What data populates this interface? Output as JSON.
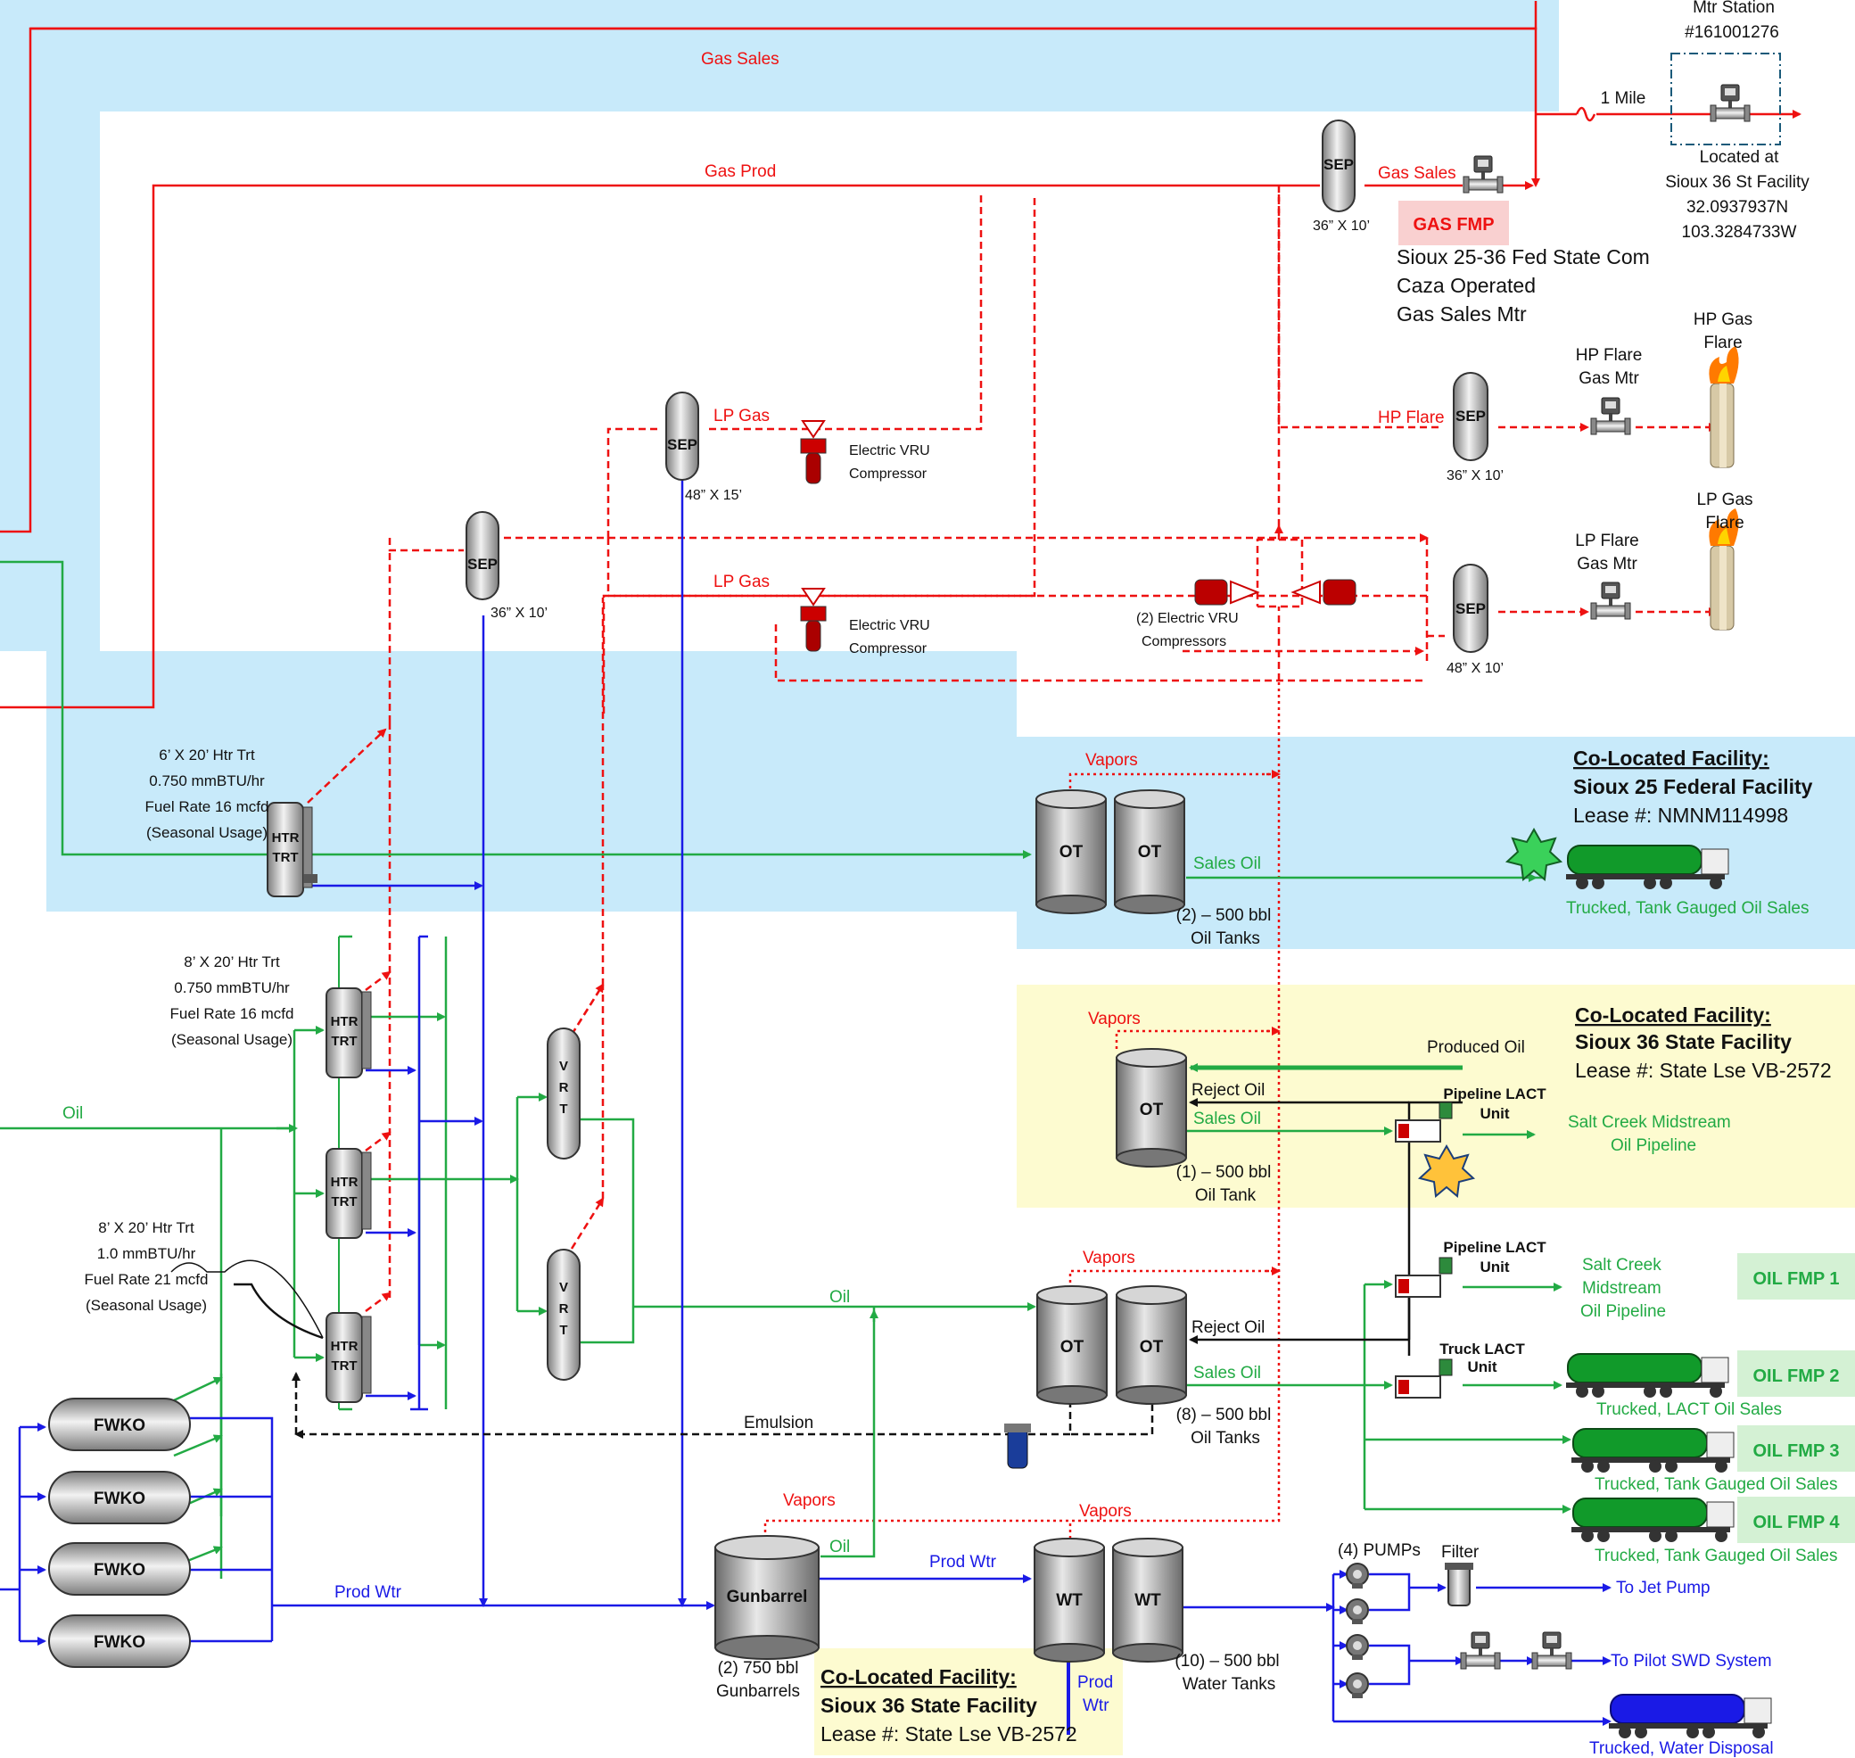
{
  "colors": {
    "gas": "#ee1111",
    "oil": "#22aa44",
    "water": "#1a1ae6",
    "emulsion": "#111111",
    "band_blue": "#c8eafa",
    "band_yellow": "#fdfbd0",
    "fmp_oil": "#d4f1d4",
    "fmp_gas": "#f9d0d0"
  },
  "meter_station": {
    "title": "Mtr Station",
    "number": "#161001276",
    "distance": "1 Mile",
    "loc1": "Located at",
    "loc2": "Sioux 36 St Facility",
    "loc3": "32.0937937N",
    "loc4": "103.3284733W"
  },
  "gas": {
    "sales_top": "Gas Sales",
    "prod": "Gas Prod",
    "sales_sep": "Gas Sales",
    "fmp": "GAS FMP",
    "meter1": "Sioux 25-36 Fed State Com",
    "meter2": "Caza Operated",
    "meter3": "Gas Sales Mtr",
    "lp_gas_1": "LP Gas",
    "lp_gas_2": "LP Gas",
    "hp_flare_line": "HP Flare",
    "hp_flare_mtr1": "HP Flare",
    "hp_flare_mtr2": "Gas Mtr",
    "hp_flare1": "HP Gas",
    "hp_flare2": "Flare",
    "lp_flare_mtr1": "LP Flare",
    "lp_flare_mtr2": "Gas Mtr",
    "lp_flare1": "LP Gas",
    "lp_flare2": "Flare"
  },
  "vessels": {
    "sep": "SEP",
    "sep_top_size": "36” X 10’",
    "sep_lp_size": "48” X 15’",
    "sep_mid_size": "36” X 10’",
    "sep_hp_size": "36” X 10’",
    "sep_lpf_size": "48” X 10’",
    "htr1": "HTR",
    "htr2": "TRT",
    "vrt": [
      "V",
      "R",
      "T"
    ],
    "fwko": "FWKO",
    "ot": "OT",
    "wt": "WT",
    "gunbarrel": "Gunbarrel"
  },
  "vru": {
    "single1": "Electric VRU",
    "single2": "Compressor",
    "double1": "(2) Electric VRU",
    "double2": "Compressors"
  },
  "heater_treaters": {
    "a": [
      "6’ X 20’ Htr Trt",
      "0.750 mmBTU/hr",
      "Fuel Rate  16 mcfd",
      "(Seasonal Usage)"
    ],
    "b": [
      "8’ X 20’ Htr Trt",
      "0.750 mmBTU/hr",
      "Fuel Rate  16 mcfd",
      "(Seasonal Usage)"
    ],
    "c": [
      "8’ X 20’ Htr Trt",
      "1.0 mmBTU/hr",
      "Fuel Rate  21 mcfd",
      "(Seasonal Usage)"
    ]
  },
  "lines": {
    "vapors": "Vapors",
    "oil": "Oil",
    "sales_oil": "Sales Oil",
    "reject_oil": "Reject Oil",
    "produced_oil": "Produced Oil",
    "emulsion": "Emulsion",
    "prod_wtr": "Prod Wtr",
    "prod_wtr_in1": "Prod",
    "prod_wtr_in2": "Wtr"
  },
  "tanks": {
    "fed_tanks1": "(2) – 500 bbl",
    "fed_tanks2": "Oil Tanks",
    "state_tank1": "(1) – 500 bbl",
    "state_tank2": "Oil Tank",
    "oil_tanks1": "(8) – 500 bbl",
    "oil_tanks2": "Oil Tanks",
    "gun1": "(2) 750 bbl",
    "gun2": "Gunbarrels",
    "water1": "(10) – 500 bbl",
    "water2": "Water Tanks"
  },
  "facilities": {
    "fed": {
      "title": "Co-Located Facility:",
      "name": "Sioux 25 Federal Facility",
      "lease": "Lease #:  NMNM114998"
    },
    "state": {
      "title": "Co-Located Facility:",
      "name": "Sioux 36 State Facility",
      "lease": "Lease #:  State Lse VB-2572"
    },
    "state_bottom": {
      "title": "Co-Located Facility:",
      "name": "Sioux 36 State Facility",
      "lease": "Lease #:  State Lse VB-2572"
    }
  },
  "sales": {
    "fed_truck": "Trucked, Tank Gauged Oil Sales",
    "lact1": "Pipeline LACT",
    "lact2": "Unit",
    "salt_creek_a1": "Salt Creek Midstream",
    "salt_creek_a2": "Oil Pipeline",
    "lact_b1": "Pipeline LACT",
    "lact_b2": "Unit",
    "salt_creek_b1": "Salt Creek",
    "salt_creek_b2": "Midstream",
    "salt_creek_b3": "Oil Pipeline",
    "truck_lact1": "Truck LACT",
    "truck_lact2": "Unit",
    "lact_sales": "Trucked, LACT Oil Sales",
    "gauged_3": "Trucked, Tank Gauged Oil Sales",
    "gauged_4": "Trucked, Tank Gauged Oil Sales",
    "fmp1": "OIL FMP 1",
    "fmp2": "OIL FMP 2",
    "fmp3": "OIL FMP 3",
    "fmp4": "OIL FMP 4"
  },
  "water": {
    "pumps": "(4)  PUMPs",
    "filter": "Filter",
    "jet": "To Jet Pump",
    "swd": "To Pilot SWD System",
    "truck": "Trucked, Water Disposal"
  }
}
